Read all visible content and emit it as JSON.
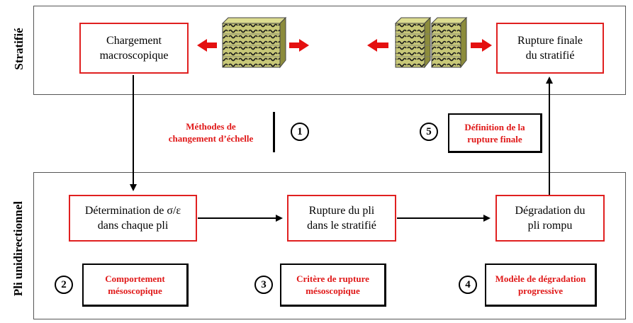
{
  "panels": {
    "top_label": "Stratifié",
    "bottom_label": "Pli unidirectionnel"
  },
  "boxes": {
    "chargement": "Chargement\nmacroscopique",
    "rupture_finale": "Rupture finale\ndu stratifié",
    "determination": "Détermination de σ/ε\ndans chaque pli",
    "rupture_pli": "Rupture du pli\ndans le stratifié",
    "degradation": "Dégradation du\npli rompu"
  },
  "methods": [
    {
      "number": "1",
      "label": "Méthodes de\nchangement d’échelle"
    },
    {
      "number": "2",
      "label": "Comportement\nmésoscopique"
    },
    {
      "number": "3",
      "label": "Critère de rupture\nmésoscopique"
    },
    {
      "number": "4",
      "label": "Modèle de dégradation\nprogressive"
    },
    {
      "number": "5",
      "label": "Définition de la\nrupture finale"
    }
  ],
  "colors": {
    "accent_red": "#e01818",
    "box_border_red": "#e02020",
    "laminate_face": "#c8c878",
    "laminate_side": "#8c8c3c",
    "arrow_red": "#e41010"
  }
}
